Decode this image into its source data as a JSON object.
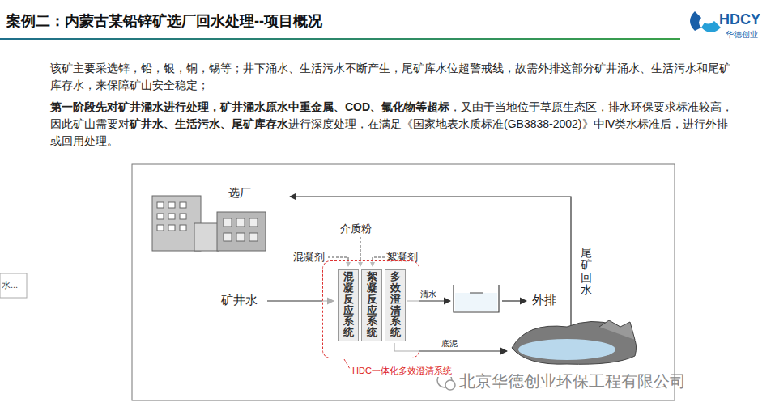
{
  "diagram": {
    "title": "案例二：内蒙古某铅锌矿选厂回水处理--项目概况",
    "nodes": [
      {
        "text": [
          "选厂"
        ]
      },
      {
        "text": [
          "HDC一体化多效澄清系统"
        ]
      },
      {
        "text": [
          "混凝反应系统"
        ],
        "in": 1
      },
      {
        "text": [
          "絮凝反应系统"
        ],
        "in": 1
      },
      {
        "text": [
          "多效澄清系统"
        ],
        "in": 1
      }
    ],
    "labels": [
      "该矿主要采选锌，铅，银，铜，锡等；井下涌水、生活污水不断产生，尾矿库水位超警戒线，故需外排这部分矿井涌水、生活污水和尾矿库存水，来保障矿山安全稳定；",
      "第一阶段先对矿井涌水进行处理，矿井涌水原水中重金属、COD、氟化物等超标",
      "，又由于当地位于草原生态区，排水环保要求标准较高，因此矿山需要对",
      "矿井水、生活污水、尾矿库存水",
      "进行深度处理，在满足《国家地表水质标准(GB3838-2002)》中Ⅳ类水标准后，进行外排或回用处理。",
      "HDCY",
      "华德创业",
      "介质粉",
      "混凝剂",
      "絮凝剂",
      "矿井水",
      "清水",
      "外排",
      "底泥",
      "尾矿回水",
      "北京华德创业环保工程有限公司",
      "水..."
    ]
  }
}
